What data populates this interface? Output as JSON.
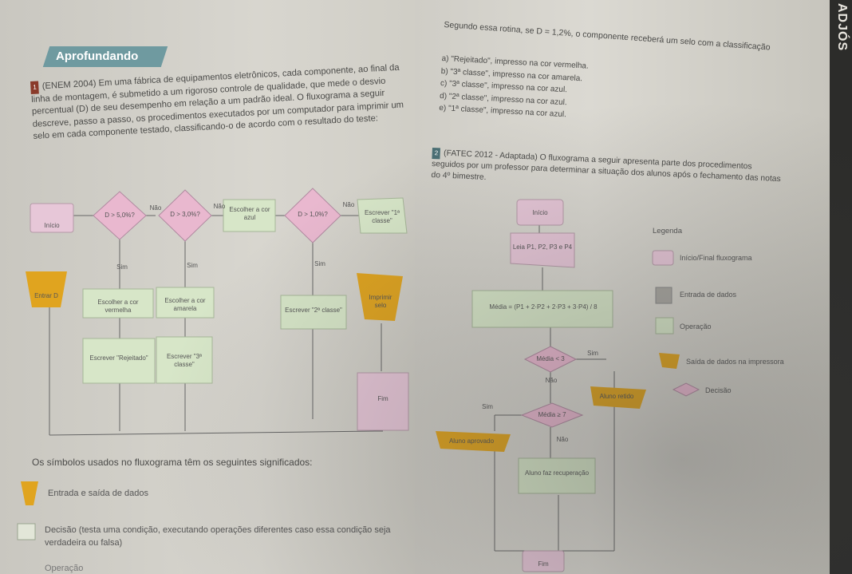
{
  "section_tag": "Aprofundando",
  "spine_label": "ADJÓS",
  "question1": {
    "number": "1",
    "text": "(ENEM 2004) Em uma fábrica de equipamentos eletrônicos, cada componente, ao final da linha de montagem, é submetido a um rigoroso controle de qualidade, que mede o desvio percentual (D) de seu desempenho em relação a um padrão ideal. O fluxograma a seguir descreve, passo a passo, os procedimentos executados por um computador para imprimir um selo em cada componente testado, classificando-o de acordo com o resultado do teste:"
  },
  "flowchart1": {
    "start": "Início",
    "input": "Entrar D",
    "d1": "D > 5,0%?",
    "d2": "D > 3,0%?",
    "d3": "D > 1,0%?",
    "nao": "Não",
    "sim": "Sim",
    "blue": "Escolher a cor azul",
    "first": "Escrever \"1ª classe\"",
    "red": "Escolher a cor vermelha",
    "yellow": "Escolher a cor amarela",
    "second": "Escrever \"2ª classe\"",
    "print": "Imprimir selo",
    "rejected": "Escrever \"Rejeitado\"",
    "third": "Escrever \"3ª classe\"",
    "end": "Fim"
  },
  "symbols": {
    "heading": "Os símbolos usados no fluxograma têm os seguintes significados:",
    "io": "Entrada e saída de dados",
    "decision": "Decisão (testa uma condição, executando operações diferentes caso essa condição seja verdadeira ou falsa)",
    "operation": "Operação"
  },
  "right_intro": "Segundo essa rotina, se D = 1,2%, o componente receberá um selo com a classificação",
  "options": [
    "a) \"Rejeitado\", impresso na cor vermelha.",
    "b) \"3ª classe\", impresso na cor amarela.",
    "c) \"3ª classe\", impresso na cor azul.",
    "d) \"2ª classe\", impresso na cor azul.",
    "e) \"1ª classe\", impresso na cor azul."
  ],
  "question2": {
    "number": "2",
    "text": "(FATEC 2012 - Adaptada) O fluxograma a seguir apresenta parte dos procedimentos seguidos por um professor para determinar a situação dos alunos após o fechamento das notas do 4º bimestre."
  },
  "flowchart2": {
    "start": "Início",
    "read": "Leia P1, P2, P3 e P4",
    "mean": "Média = (P1 + 2·P2 + 2·P3 + 3·P4) / 8",
    "d1": "Média < 3",
    "sim": "Sim",
    "nao": "Não",
    "fail": "Aluno retido",
    "d2": "Média ≥ 7",
    "pass": "Aluno aprovado",
    "recovery": "Aluno faz recuperação",
    "end": "Fim"
  },
  "legend": {
    "title": "Legenda",
    "items": [
      "Início/Final fluxograma",
      "Entrada de dados",
      "Operação",
      "Saída de dados na impressora",
      "Decisão"
    ]
  },
  "colors": {
    "terminal": "#e7c7d8",
    "decision": "#e9b8cf",
    "operation": "#d7e6c8",
    "io": "#e0a41f",
    "input": "#a9a7a1"
  }
}
